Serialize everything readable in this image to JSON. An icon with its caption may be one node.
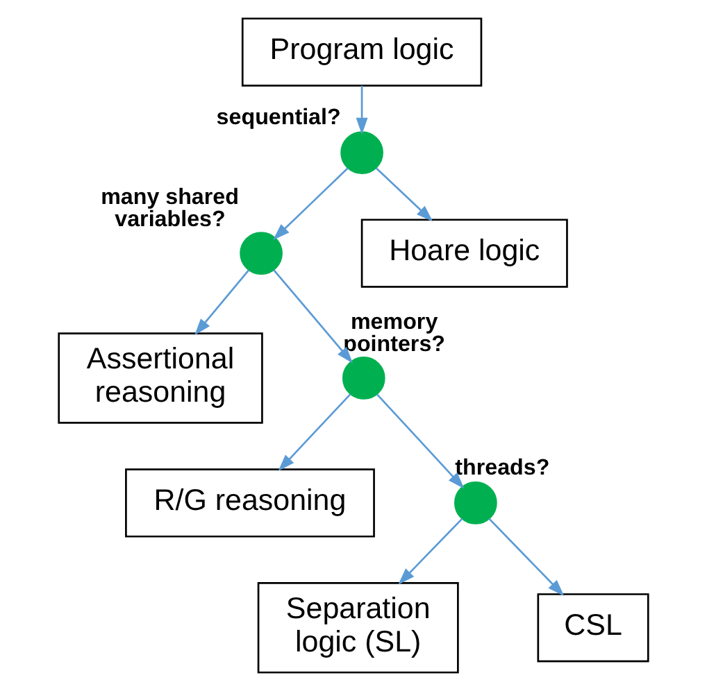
{
  "diagram": {
    "nodes": [
      {
        "text": [
          "Program logic"
        ]
      },
      {
        "text": [],
        "shape": "circle",
        "beside": [
          "sequential?"
        ]
      },
      {
        "text": [],
        "shape": "circle",
        "beside": [
          "many shared variables?"
        ]
      },
      {
        "text": [
          "Hoare logic"
        ]
      },
      {
        "text": [
          "Assertional reasoning"
        ]
      },
      {
        "text": [],
        "shape": "circle",
        "beside": [
          "memory pointers?"
        ]
      },
      {
        "text": [
          "R/G reasoning"
        ]
      },
      {
        "text": [],
        "shape": "circle",
        "beside": [
          "threads?"
        ]
      },
      {
        "text": [
          "Separation logic (SL)"
        ]
      },
      {
        "text": [
          "CSL"
        ]
      }
    ],
    "edges": [
      {
        "from": 0,
        "to": 1,
        "arrow": "to"
      },
      {
        "from": 1,
        "to": 2,
        "arrow": "to"
      },
      {
        "from": 1,
        "to": 3,
        "arrow": "to"
      },
      {
        "from": 2,
        "to": 4,
        "arrow": "to"
      },
      {
        "from": 2,
        "to": 5,
        "arrow": "to"
      },
      {
        "from": 5,
        "to": 6,
        "arrow": "to"
      },
      {
        "from": 5,
        "to": 7,
        "arrow": "to"
      },
      {
        "from": 7,
        "to": 8,
        "arrow": "to"
      },
      {
        "from": 7,
        "to": 9,
        "arrow": "to"
      }
    ]
  }
}
